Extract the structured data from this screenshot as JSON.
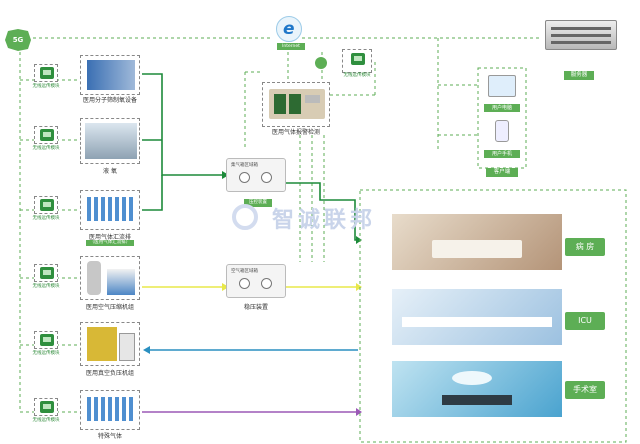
{
  "network": {
    "five_g": "5G",
    "internet": "Internet"
  },
  "brand": {
    "text": "智诚联邦"
  },
  "cloud": {
    "server_label": "服务器"
  },
  "client": {
    "title": "客户端",
    "pc_label": "用户电脑",
    "phone_label": "用户手机"
  },
  "monitor": {
    "label": "医用气体报警检测"
  },
  "wireless_tag": "无线远传模块",
  "sources": [
    {
      "label": "医用分子筛制氧设备"
    },
    {
      "label": "液 氧"
    },
    {
      "label": "医用气体汇流排",
      "sub": "（医用气体汇流排）"
    },
    {
      "label": "医用空气压缩机组"
    },
    {
      "label": "医用真空负压机组"
    },
    {
      "label": "特殊气体"
    }
  ],
  "valves": [
    {
      "title": "集气箱区域箱",
      "label": "压控装置"
    },
    {
      "title": "空气箱区域箱",
      "label": "稳压装置"
    }
  ],
  "rooms": [
    {
      "label": "病 房"
    },
    {
      "label": "ICU"
    },
    {
      "label": "手术室"
    }
  ],
  "colors": {
    "oxygen": "#1d8a3a",
    "air": "#e8e84a",
    "vacuum": "#2a8fc0",
    "special": "#9b59b6",
    "dashed": "#5dae55",
    "label_bg": "#5dae55"
  }
}
